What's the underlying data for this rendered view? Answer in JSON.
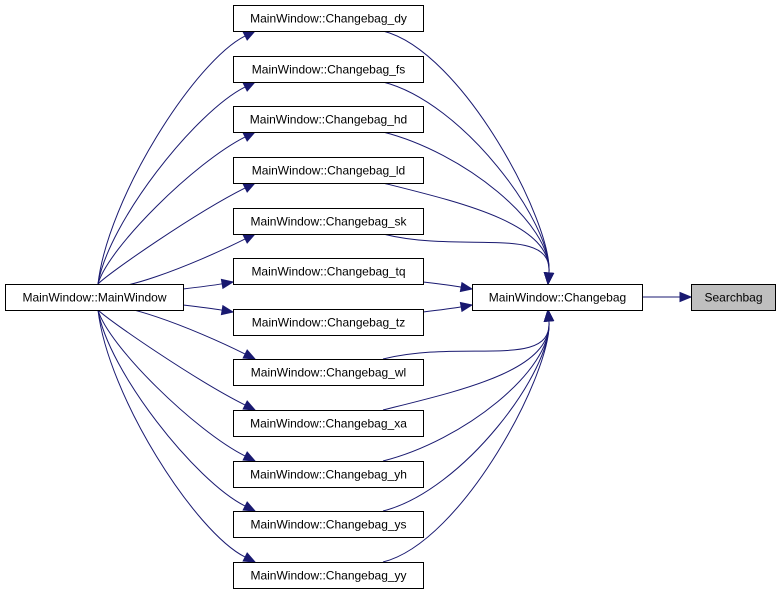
{
  "nodes": {
    "mainwindow": "MainWindow::MainWindow",
    "changebag": "MainWindow::Changebag",
    "searchbag": "Searchbag",
    "dy": "MainWindow::Changebag_dy",
    "fs": "MainWindow::Changebag_fs",
    "hd": "MainWindow::Changebag_hd",
    "ld": "MainWindow::Changebag_ld",
    "sk": "MainWindow::Changebag_sk",
    "tq": "MainWindow::Changebag_tq",
    "tz": "MainWindow::Changebag_tz",
    "wl": "MainWindow::Changebag_wl",
    "xa": "MainWindow::Changebag_xa",
    "yh": "MainWindow::Changebag_yh",
    "ys": "MainWindow::Changebag_ys",
    "yy": "MainWindow::Changebag_yy"
  },
  "colors": {
    "edge": "#191970",
    "highlight": "#bfbfbf"
  }
}
